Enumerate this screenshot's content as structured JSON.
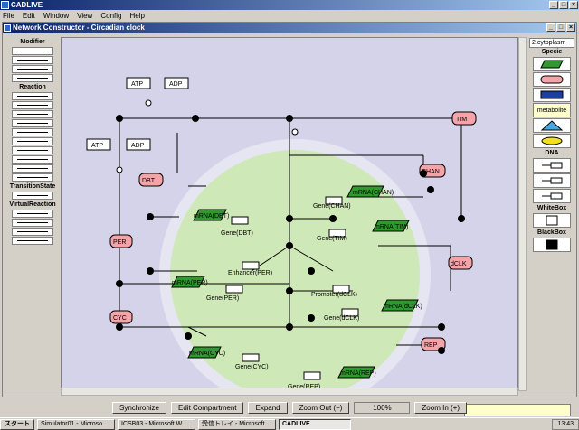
{
  "app": {
    "title": "CADLIVE"
  },
  "menu": [
    "File",
    "Edit",
    "Window",
    "View",
    "Config",
    "Help"
  ],
  "window": {
    "title": "Network Constructor - Circadian clock"
  },
  "left_palette": {
    "sections": [
      "Modifier",
      "Reaction",
      "TransitionState",
      "VirtualReaction"
    ]
  },
  "right_palette": {
    "compartment": "2.cytoplasm",
    "specie_header": "Specie",
    "tooltip": "metabolite",
    "dna_header": "DNA",
    "whitebox_header": "WhiteBox",
    "blackbox_header": "BlackBox"
  },
  "network": {
    "proteins": [
      "TIM",
      "DBT",
      "CHAN",
      "PER",
      "dCLK",
      "CYC",
      "REP"
    ],
    "small_molecules": [
      "ATP",
      "ADP",
      "ATP",
      "ADP"
    ],
    "mrnas": [
      "mRNA(DBT)",
      "mRNA(CHAN)",
      "mRNA(TIM)",
      "mRNA(PER)",
      "mRNA(dCLK)",
      "mRNA(CYC)",
      "mRNA(REP)"
    ],
    "genes": [
      "Gene(DBT)",
      "Gene(CHAN)",
      "Gene(TIM)",
      "Gene(PER)",
      "Gene(dCLK)",
      "Gene(CYC)",
      "Gene(REP)"
    ],
    "regulatory": [
      "Enhancer(PER)",
      "Promoter(dCLK)"
    ]
  },
  "bottom": {
    "synchronize": "Synchronize",
    "edit_compartment": "Edit Compartment",
    "expand": "Expand",
    "zoom_out": "Zoom Out (−)",
    "zoom_level": "100%",
    "zoom_in": "Zoom In (+)"
  },
  "taskbar": {
    "start": "スタート",
    "tasks": [
      "Simulator01 - Microso...",
      "ICSB03 - Microsoft W...",
      "受信トレイ - Microsoft ...",
      "CADLIVE"
    ],
    "clock": "13:43"
  },
  "colors": {
    "protein": "#f4a3a8",
    "mrna": "#2e9a2e",
    "nucleus": "#cfe8b8",
    "canvas": "#d5d3ea"
  }
}
